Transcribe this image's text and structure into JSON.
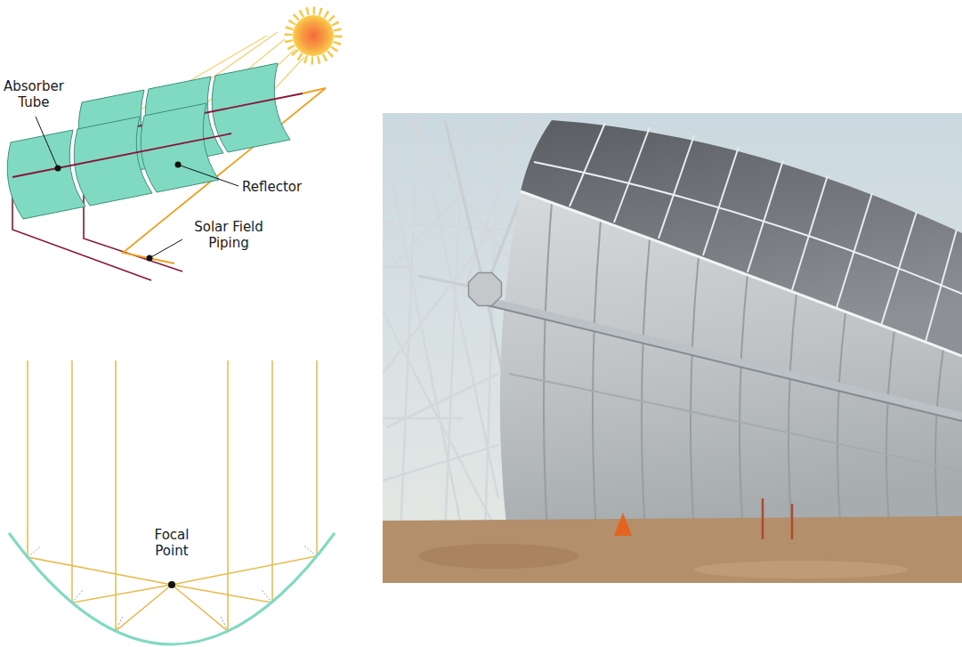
{
  "diagram": {
    "labels": [
      "Absorber Tube",
      "Reflector",
      "Solar Field Piping",
      "Focal Point"
    ]
  }
}
